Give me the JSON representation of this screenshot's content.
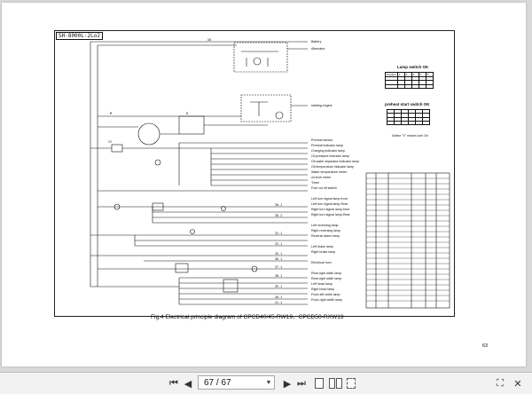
{
  "document": {
    "tag": "SH-8000L-2Lo2",
    "caption": "Fig.4  Electrical principle diagram of CPCD40/45-RW19、CPCD50-RXW19",
    "page_number": "63",
    "right_labels_top": [
      "Battery",
      "Alternator"
    ],
    "right_labels_engine": [
      "starting engine"
    ],
    "right_labels_main": [
      "Preheat sensor",
      "Preheat indicator lamp",
      "Charging indicator lamp",
      "Oil pressure indicator lamp",
      "Oil-water separator indicator lamp",
      "Oil temperature indicator lamp",
      "Water temperature meter",
      "oil level meter",
      "Timer",
      "Fuel cut off switch",
      "",
      "Left turn signal lamp-front",
      "Left turn signal lamp-Rear",
      "Right turn signal lamp-front",
      "Right turn signal lamp-Rear",
      "",
      "Left reversing lamp",
      "Right reversing lamp",
      "Reverse alarm lamp",
      "",
      "Left brake lamp",
      "Right brake lamp",
      "",
      "Electrical  horn",
      "",
      "Rear-right width lamp",
      "Rear-right width lamp",
      "Left head lamp",
      "Right head lamp",
      "Front-left width lamp",
      "Front-right width lamp"
    ],
    "lamp_switch_title": "Lamp switch OK",
    "lamp_switch_headers": [
      "Position",
      "1",
      "2",
      "3",
      "4",
      "5"
    ],
    "preheat_title": "preheat start switch OK",
    "notice": "Notice \"X\" means turn On",
    "wire_tags": [
      "X0",
      "B",
      "M",
      "CS",
      "30.1",
      "30.2",
      "32.1",
      "33.1",
      "35.1",
      "36.1",
      "37.1",
      "38.1",
      "39.1",
      "40.1",
      "41.1"
    ]
  },
  "toolbar": {
    "page_current": "67",
    "page_total": "67",
    "page_text": "67 / 67"
  },
  "icons": {
    "first": "first-page-icon",
    "prev": "previous-page-icon",
    "next": "next-page-icon",
    "last": "last-page-icon",
    "dropdown": "chevron-down-icon",
    "single": "single-page-view-icon",
    "two": "two-page-view-icon",
    "fit": "fit-page-icon",
    "fullscreen": "fullscreen-icon",
    "close": "close-icon"
  }
}
